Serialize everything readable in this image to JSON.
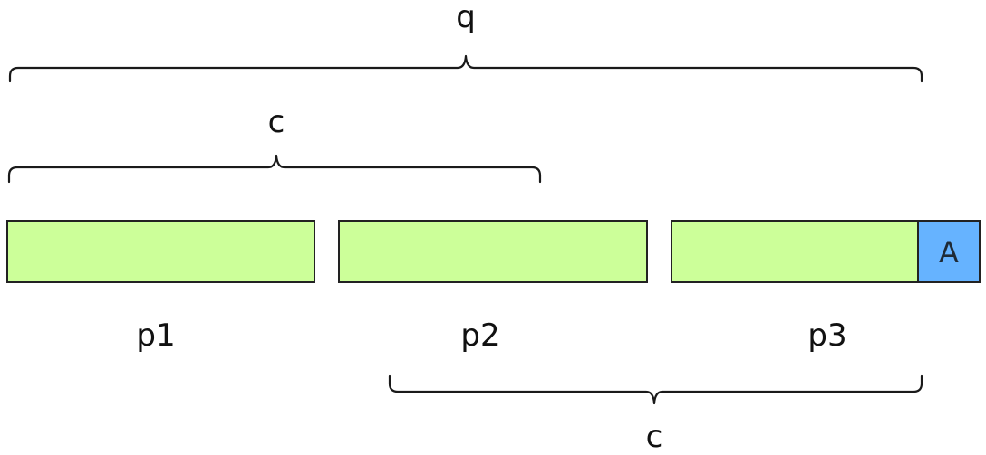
{
  "labels": {
    "top_brace": "q",
    "mid_brace": "c",
    "bottom_brace": "c",
    "p1": "p1",
    "p2": "p2",
    "p3": "p3"
  },
  "blocks": [
    {
      "name": "p1"
    },
    {
      "name": "p2"
    },
    {
      "name": "p3"
    }
  ],
  "marker": {
    "text": "A"
  },
  "colors": {
    "block_fill": "#ccff99",
    "marker_fill": "#66b3ff",
    "stroke": "#222222"
  }
}
